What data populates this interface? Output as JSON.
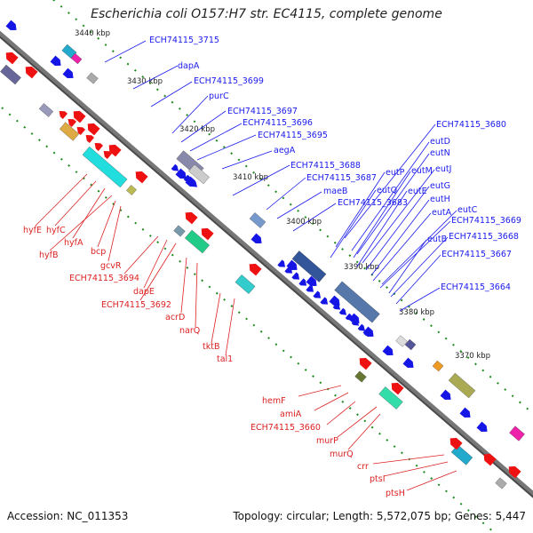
{
  "title": "Escherichia coli O157:H7 str. EC4115, complete genome",
  "footer": {
    "accession": "Accession: NC_011353",
    "summary": "Topology: circular; Length: 5,572,075 bp; Genes: 5,447"
  },
  "colors": {
    "forward_label": "#1a1aee",
    "reverse_label": "#dd2222",
    "backbone": "#777777",
    "dots": "#1d8a1d"
  },
  "scale_ticks": [
    "3440 kbp",
    "3430 kbp",
    "3420 kbp",
    "3410 kbp",
    "3400 kbp",
    "3390 kbp",
    "3380 kbp",
    "3370 kbp"
  ],
  "forward_genes": [
    "ECH74115_3715",
    "dapA",
    "ECH74115_3699",
    "purC",
    "ECH74115_3697",
    "ECH74115_3696",
    "ECH74115_3695",
    "aegA",
    "ECH74115_3688",
    "ECH74115_3687",
    "maeB",
    "ECH74115_3683",
    "ECH74115_3680",
    "eutP",
    "eutD",
    "eutN",
    "eutQ",
    "eutM",
    "eutJ",
    "eutE",
    "eutG",
    "eutH",
    "eutA",
    "eutC",
    "ECH74115_3669",
    "eutB",
    "ECH74115_3668",
    "ECH74115_3667",
    "ECH74115_3664"
  ],
  "reverse_genes": [
    "hyfE",
    "hyfC",
    "hyfA",
    "hyfB",
    "bcp",
    "gcvR",
    "ECH74115_3694",
    "dapE",
    "ECH74115_3692",
    "acrD",
    "narQ",
    "tktB",
    "tal1",
    "hemF",
    "amiA",
    "ECH74115_3660",
    "murP",
    "murQ",
    "crr",
    "ptsI",
    "ptsH"
  ]
}
